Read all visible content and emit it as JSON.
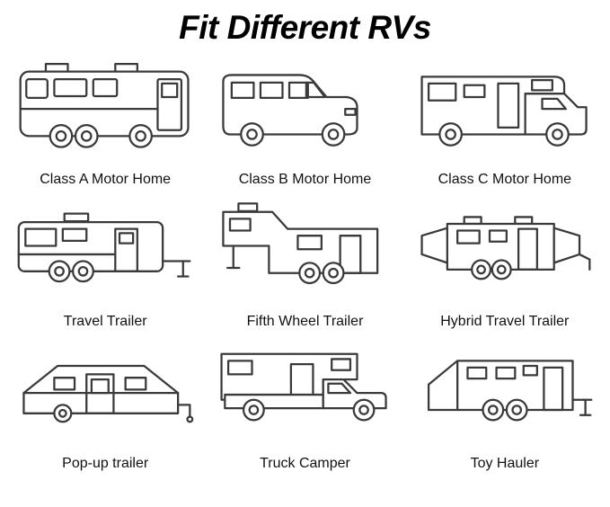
{
  "title": "Fit Different RVs",
  "stroke_color": "#3a3a3a",
  "text_color": "#111111",
  "background_color": "#ffffff",
  "grid": {
    "items": [
      {
        "label": "Class A Motor Home",
        "icon": "class-a-motor-home-icon"
      },
      {
        "label": "Class B Motor Home",
        "icon": "class-b-motor-home-icon"
      },
      {
        "label": "Class C Motor Home",
        "icon": "class-c-motor-home-icon"
      },
      {
        "label": "Travel Trailer",
        "icon": "travel-trailer-icon"
      },
      {
        "label": "Fifth Wheel Trailer",
        "icon": "fifth-wheel-trailer-icon"
      },
      {
        "label": "Hybrid Travel Trailer",
        "icon": "hybrid-travel-trailer-icon"
      },
      {
        "label": "Pop-up trailer",
        "icon": "pop-up-trailer-icon"
      },
      {
        "label": "Truck Camper",
        "icon": "truck-camper-icon"
      },
      {
        "label": "Toy Hauler",
        "icon": "toy-hauler-icon"
      }
    ]
  }
}
